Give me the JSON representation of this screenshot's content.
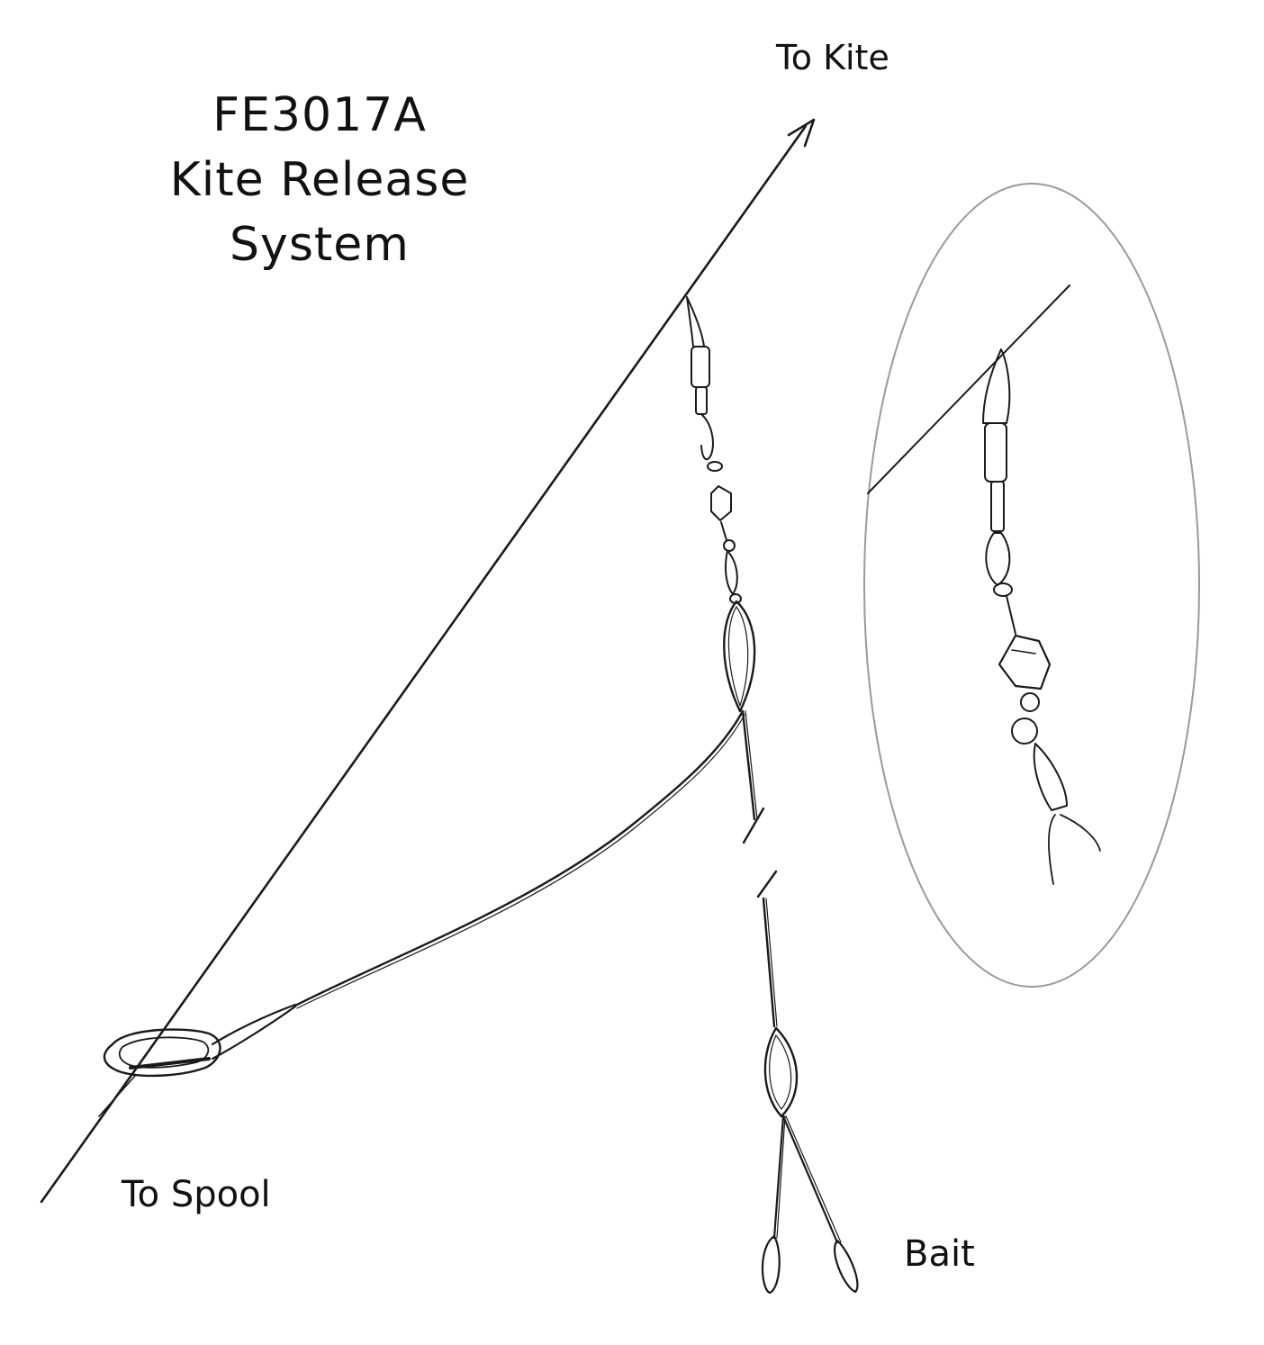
{
  "title": {
    "line1": "FE3017A",
    "line2": "Kite Release",
    "line3": "System"
  },
  "labels": {
    "to_kite": "To Kite",
    "to_spool": "To Spool",
    "bait": "Bait"
  },
  "colors": {
    "line": "#1a1a1a",
    "inset_ellipse": "#9a9a9a",
    "background": "#ffffff"
  }
}
